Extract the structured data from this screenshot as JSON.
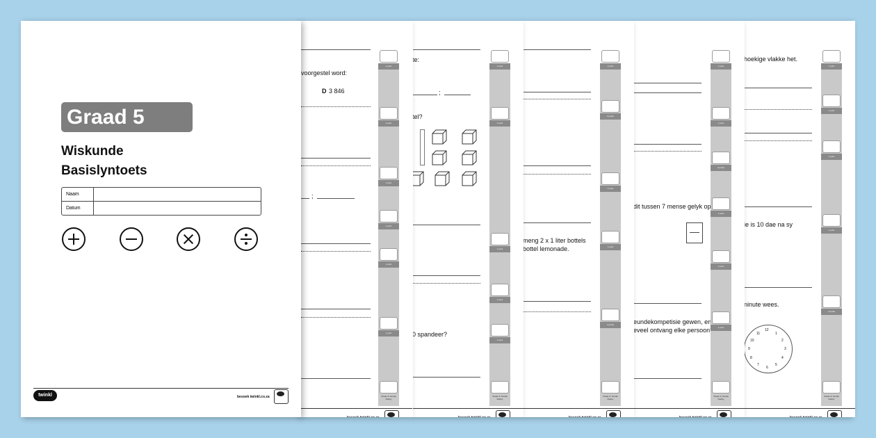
{
  "cover": {
    "grade": "Graad 5",
    "subject_line1": "Wiskunde",
    "subject_line2": "Basislyntoets",
    "field_name": "Naam",
    "field_date": "Datum",
    "logo": "twinkl"
  },
  "footer": {
    "url": "besoek twinkl.co.za"
  },
  "marks": {
    "one_point": "1 punt",
    "two_points": "2 punte",
    "total_line1": "Totaal vir",
    "total_line2": "hierdie",
    "total_line3": "bladsy"
  },
  "sheet1": {
    "q1": "voorgestel word:",
    "q1_option": "D",
    "q1_value": "3 846",
    "semicolon": ";"
  },
  "sheet2": {
    "q1": "te:",
    "semicolon": ";",
    "q2": "tel?",
    "q3": "0 spandeer?"
  },
  "sheet3": {
    "q1": "meng 2 x 1 liter bottels",
    "q2": "bottel lemonade."
  },
  "sheet4": {
    "q1": "dit tussen 7 mense gelyk op.",
    "q2": "eundekompetisie gewen, en",
    "q3": "eveel ontvang elke persoon?"
  },
  "sheet5": {
    "q1": "hoekige vlakke het.",
    "q2": "ie is 10 dae na sy",
    "q3": "ninute wees."
  },
  "clock_numbers": [
    "12",
    "1",
    "2",
    "3",
    "4",
    "5",
    "6",
    "7",
    "8",
    "9",
    "10",
    "11"
  ]
}
